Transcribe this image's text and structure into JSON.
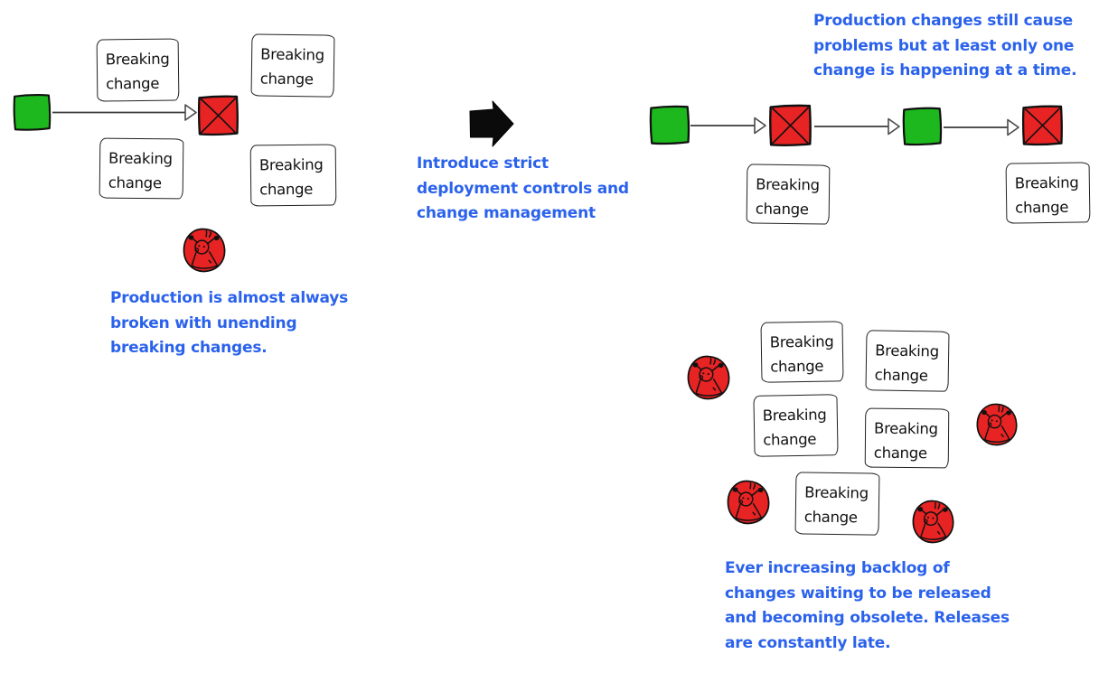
{
  "colors": {
    "green": "#1db81d",
    "red": "#e82323",
    "blue": "#2b62ec",
    "ink": "#111111"
  },
  "labels": {
    "breaking_change": "Breaking change"
  },
  "left_scene": {
    "caption_lines": [
      "Production is almost always",
      "broken with unending",
      "breaking changes."
    ]
  },
  "transition": {
    "caption_lines": [
      "Introduce strict",
      "deployment controls and",
      "change management"
    ]
  },
  "right_scene": {
    "top_caption_lines": [
      "Production changes still cause",
      "problems but at least only one",
      "change is happening at a time."
    ],
    "bottom_caption_lines": [
      "Ever increasing backlog of",
      "changes waiting to be released",
      "and becoming obsolete. Releases",
      "are constantly late."
    ]
  },
  "icons": {
    "angry_face": "angry-face-icon",
    "block_arrow": "right-block-arrow-icon",
    "arrowhead": "open-arrowhead-icon"
  }
}
